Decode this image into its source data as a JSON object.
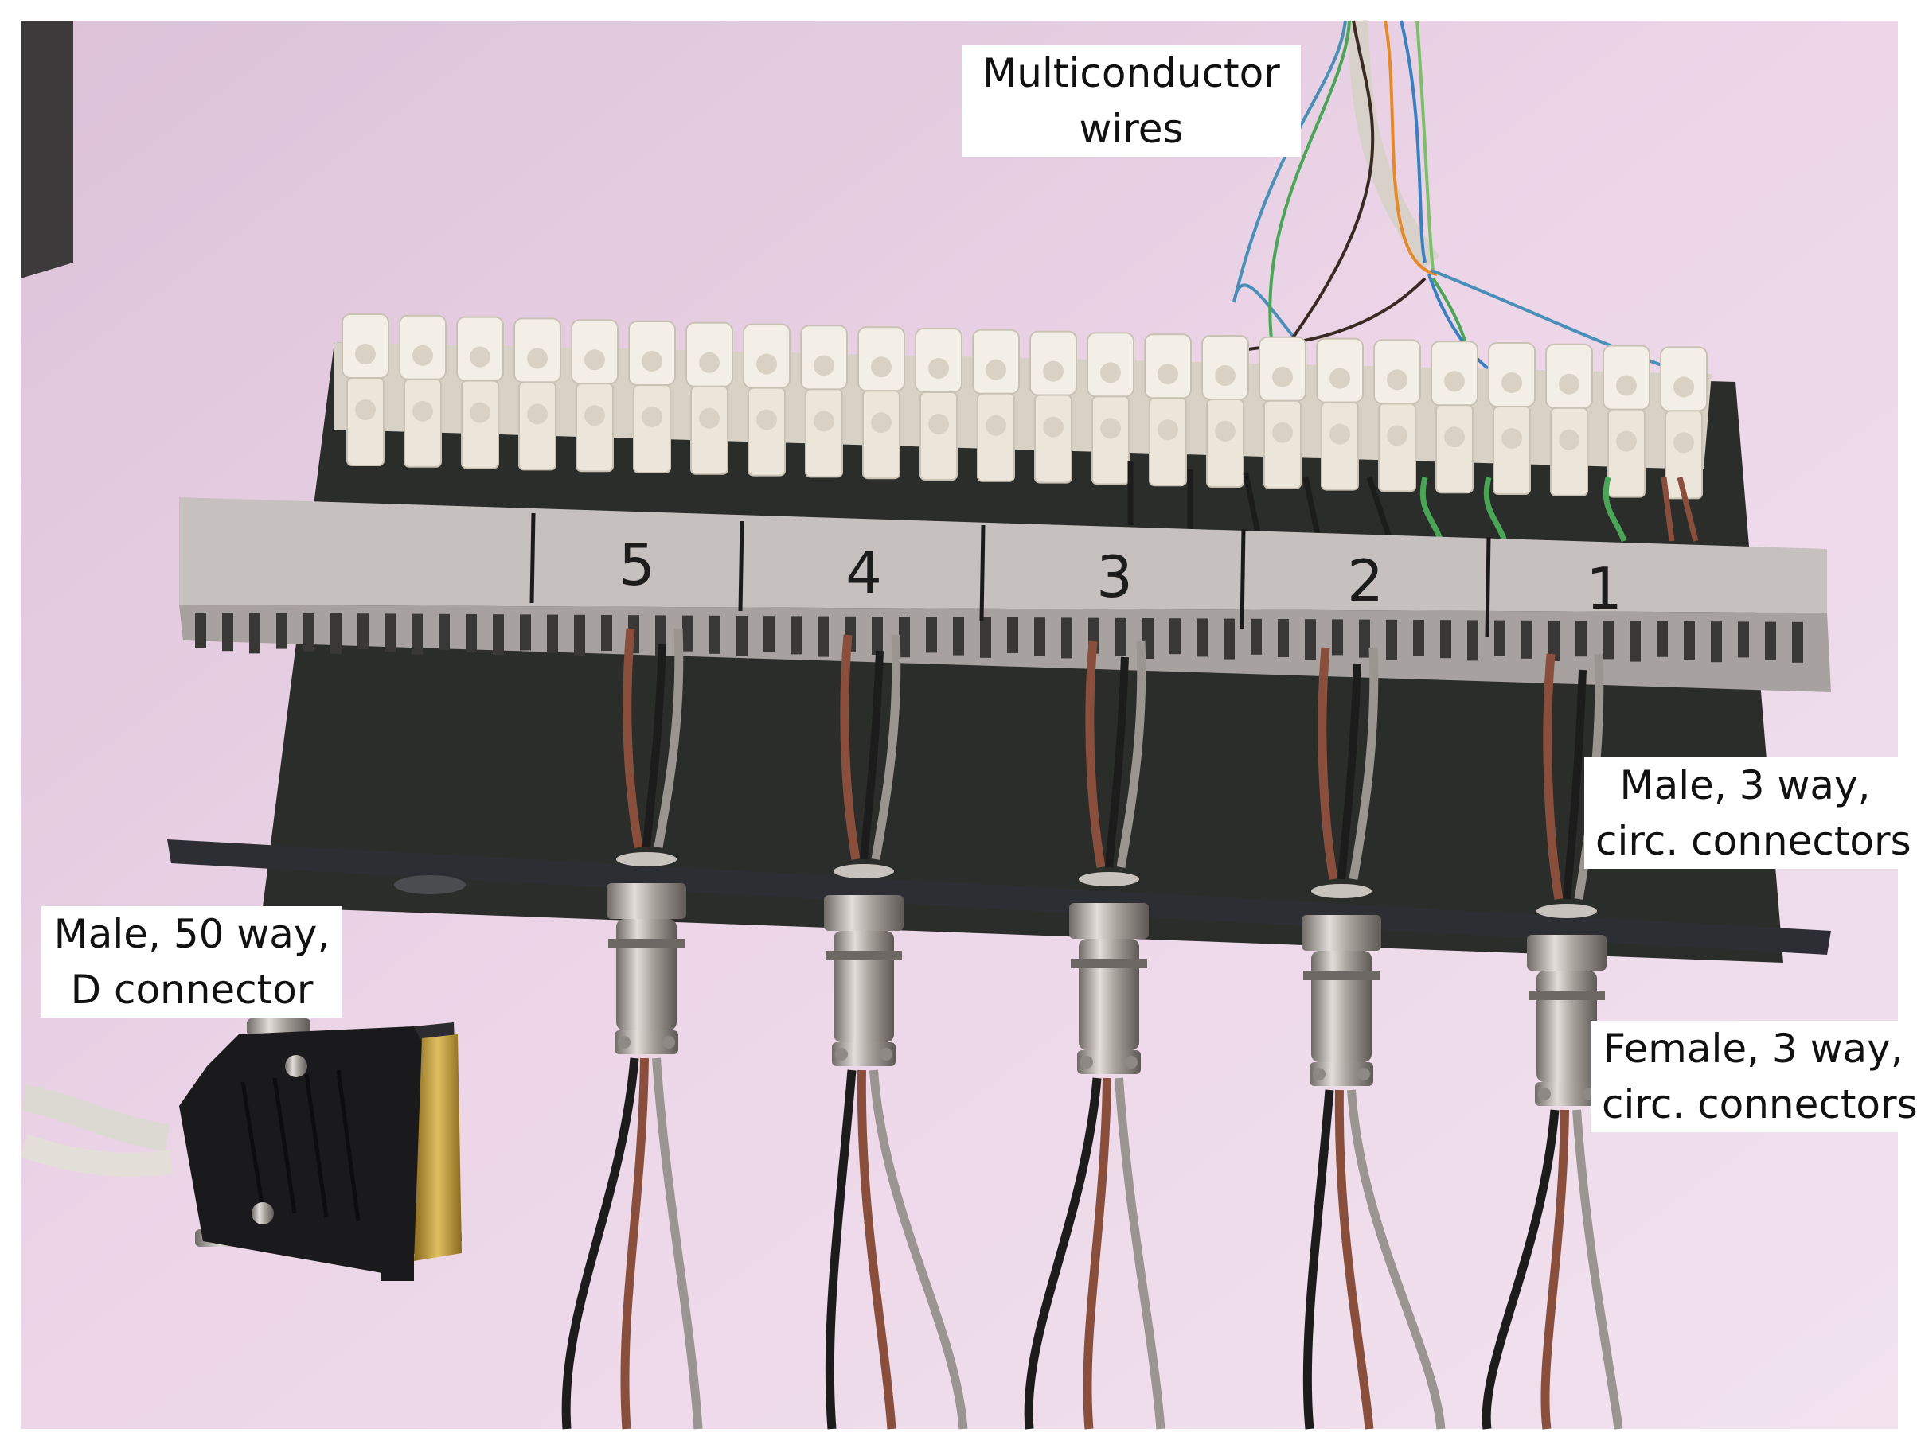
{
  "callouts": {
    "multiconductor": {
      "line1": "Multiconductor",
      "line2": "wires"
    },
    "male_3way": {
      "line1": "Male, 3 way,",
      "line2": "circ. connectors"
    },
    "female_3way": {
      "line1": "Female, 3 way,",
      "line2": "circ. connectors"
    },
    "male_50way": {
      "line1": "Male, 50 way,",
      "line2": "D connector"
    }
  },
  "channel_labels": [
    "5",
    "4",
    "3",
    "2",
    "1"
  ],
  "colors": {
    "background": "#e7cfe2",
    "board": "#2b2d2a",
    "trunking": "#c3bdbc",
    "terminal_block": "#f3efe6",
    "wire_brown": "#8a4f3c",
    "wire_grey": "#9a9590",
    "wire_black": "#1d1c1c",
    "metal": "#b9b3ad"
  }
}
